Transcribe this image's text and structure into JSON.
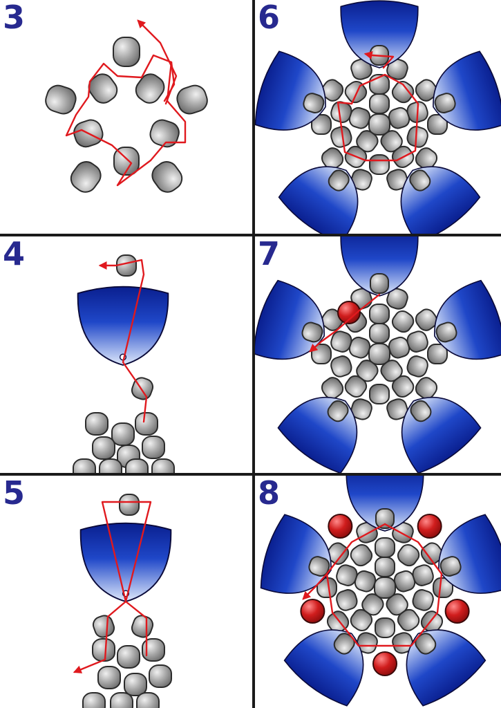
{
  "colors": {
    "bead_fill": "#a6a6a6",
    "bead_highlight": "#f0f0f0",
    "bead_stroke": "#2b2b2b",
    "thread": "#e0191e",
    "petal_dark": "#0a1f8f",
    "petal_light": "#dfe9fb",
    "red_bead": "#d01d1d",
    "step_number": "#27298f",
    "divider": "#1a1a1a"
  },
  "icons": {
    "bead": "seed-bead",
    "petal_bead": "drop-bead",
    "accent_bead": "round-accent-bead",
    "thread": "thread-path-arrow"
  },
  "panels": [
    {
      "id": "p3",
      "label": "3"
    },
    {
      "id": "p6",
      "label": "6"
    },
    {
      "id": "p4",
      "label": "4"
    },
    {
      "id": "p7",
      "label": "7"
    },
    {
      "id": "p5",
      "label": "5"
    },
    {
      "id": "p8",
      "label": "8"
    }
  ]
}
